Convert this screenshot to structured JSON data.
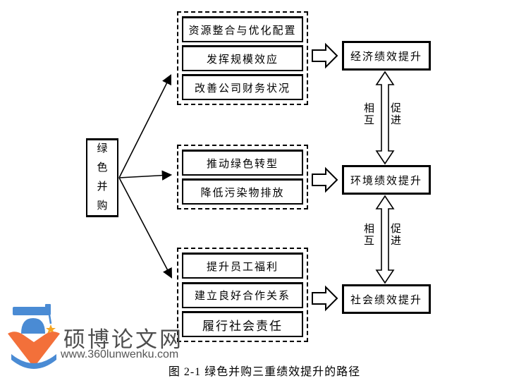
{
  "figure": {
    "caption": "图 2-1 绿色并购三重绩效提升的路径"
  },
  "diagram": {
    "source": {
      "label": "绿色并购"
    },
    "groups": [
      {
        "items": [
          "资源整合与优化配置",
          "发挥规模效应",
          "改善公司财务状况"
        ]
      },
      {
        "items": [
          "推动绿色转型",
          "降低污染物排放"
        ]
      },
      {
        "items": [
          "提升员工福利",
          "建立良好合作关系",
          "履行社会责任"
        ]
      }
    ],
    "outcomes": [
      {
        "label": "经济绩效提升"
      },
      {
        "label": "环境绩效提升"
      },
      {
        "label": "社会绩效提升"
      }
    ],
    "relation_labels": {
      "left": "相互",
      "right": "促进"
    }
  },
  "watermark": {
    "site_name": "硕博论文网",
    "site_url": "www.360lunwenku.com"
  },
  "colors": {
    "logo_blue": "#4a8bd4",
    "logo_orange": "#f3703a",
    "star_yellow": "#f5a623",
    "watermark_text": "#4d4d4d",
    "line_black": "#000000"
  }
}
